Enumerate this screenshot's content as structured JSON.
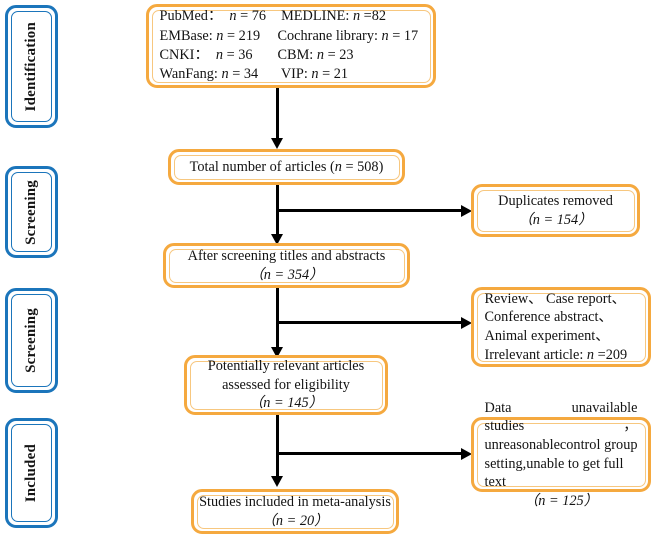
{
  "diagram": {
    "type": "prisma-flow-diagram",
    "colors": {
      "stage_border": "#1b75bb",
      "node_border": "#f5a93f",
      "connector": "#000000",
      "background": "#ffffff",
      "text": "#131313"
    }
  },
  "stages": [
    {
      "label": "Identification"
    },
    {
      "label": "Screening"
    },
    {
      "label": "Screening"
    },
    {
      "label": "Included"
    }
  ],
  "sources": {
    "rows": [
      {
        "left": "PubMed：  n = 76",
        "right": " MEDLINE: n =82"
      },
      {
        "left": "EMBase: n = 219",
        "right": "Cochrane library: n = 17"
      },
      {
        "left": "CNKI：  n = 36",
        "right": "CBM: n = 23"
      },
      {
        "left": "WanFang: n = 34",
        "right": " VIP: n = 21"
      }
    ]
  },
  "nodes": {
    "total_articles": {
      "lines": [
        "Total number of articles (n = 508)"
      ]
    },
    "duplicates_removed": {
      "lines": [
        "Duplicates removed",
        "（n = 154）"
      ]
    },
    "after_screening": {
      "lines": [
        "After screening titles and abstracts",
        "（n = 354）"
      ]
    },
    "excluded_reasons": {
      "lines": [
        "Review、 Case report、",
        "Conference abstract、",
        "Animal experiment、",
        "Irrelevant article: n =209"
      ]
    },
    "eligibility": {
      "lines": [
        "Potentially relevant articles",
        "assessed for eligibility",
        "（n = 145）"
      ]
    },
    "excluded_fulltext": {
      "justified_lines": [
        "Data unavailable studies，",
        "unreasonablecontrol group",
        "setting,unable to get full text"
      ],
      "count_line": "（n = 125）"
    },
    "included_studies": {
      "lines": [
        "Studies included in meta-analysis",
        "（n = 20）"
      ]
    }
  }
}
